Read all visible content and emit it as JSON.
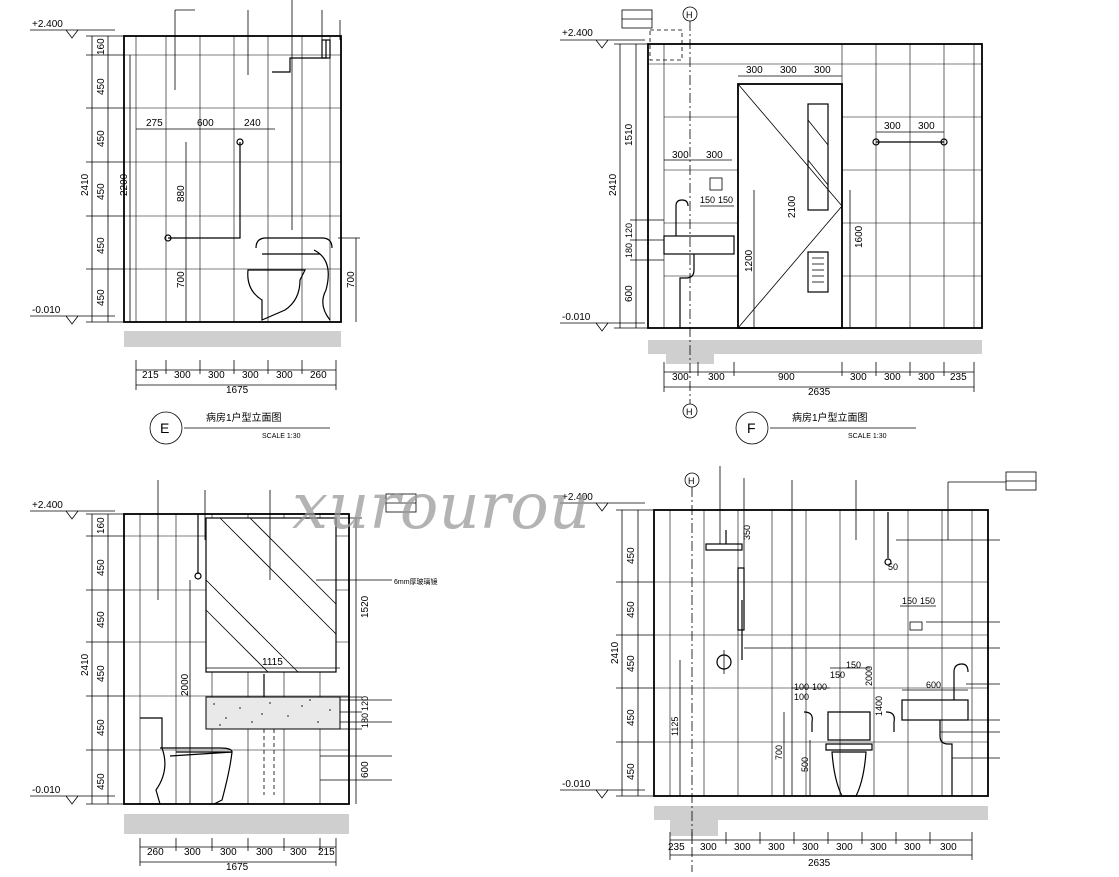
{
  "watermark": "xurourou",
  "level_top": "+2.400",
  "level_bottom": "-0.010",
  "panel_e": {
    "marker": "E",
    "title": "病房1户型立面图",
    "scale": "SCALE  1:30",
    "top_dims": [
      "275",
      "600",
      "240"
    ],
    "left_dims": [
      "160",
      "450",
      "450",
      "450",
      "450",
      "450"
    ],
    "total_height": "2410",
    "inner_height": "2200",
    "dim_880": "880",
    "dim_700a": "700",
    "dim_700b": "700",
    "bottom_dims": [
      "215",
      "300",
      "300",
      "300",
      "300",
      "260"
    ],
    "total_width": "1675"
  },
  "panel_f": {
    "marker": "F",
    "title": "病房1户型立面图",
    "scale": "SCALE  1:30",
    "top_dims": [
      "300",
      "300",
      "300"
    ],
    "right_top_dims": [
      "300",
      "300"
    ],
    "left_top_dims": [
      "300",
      "300"
    ],
    "small_dims": [
      "150",
      "150"
    ],
    "left_dims": [
      "1510",
      "180",
      "120",
      "600"
    ],
    "total_height": "2410",
    "door_height": "2100",
    "dim_1200": "1200",
    "dim_1600": "1600",
    "bottom_dims": [
      "300",
      "300",
      "900",
      "300",
      "300",
      "300",
      "235"
    ],
    "total_width": "2635",
    "axis_label": "H"
  },
  "panel_g": {
    "left_dims": [
      "160",
      "450",
      "450",
      "450",
      "450",
      "450"
    ],
    "total_height": "2410",
    "dim_2000": "2000",
    "dim_1115": "1115",
    "right_dims": [
      "1520",
      "180",
      "120",
      "600"
    ],
    "glass_label": "6mm厚玻璃镜",
    "bottom_dims": [
      "260",
      "300",
      "300",
      "300",
      "300",
      "215"
    ],
    "total_width": "1675"
  },
  "panel_h": {
    "left_dims": [
      "450",
      "450",
      "450",
      "450",
      "450"
    ],
    "total_height": "2410",
    "dims_misc": [
      "350",
      "150",
      "150",
      "150",
      "100",
      "100",
      "100",
      "600",
      "700",
      "500",
      "1125",
      "2000",
      "1400",
      "50"
    ],
    "bottom_dims": [
      "235",
      "300",
      "300",
      "300",
      "300",
      "300",
      "300",
      "300",
      "300"
    ],
    "total_width": "2635",
    "axis_label": "H"
  }
}
